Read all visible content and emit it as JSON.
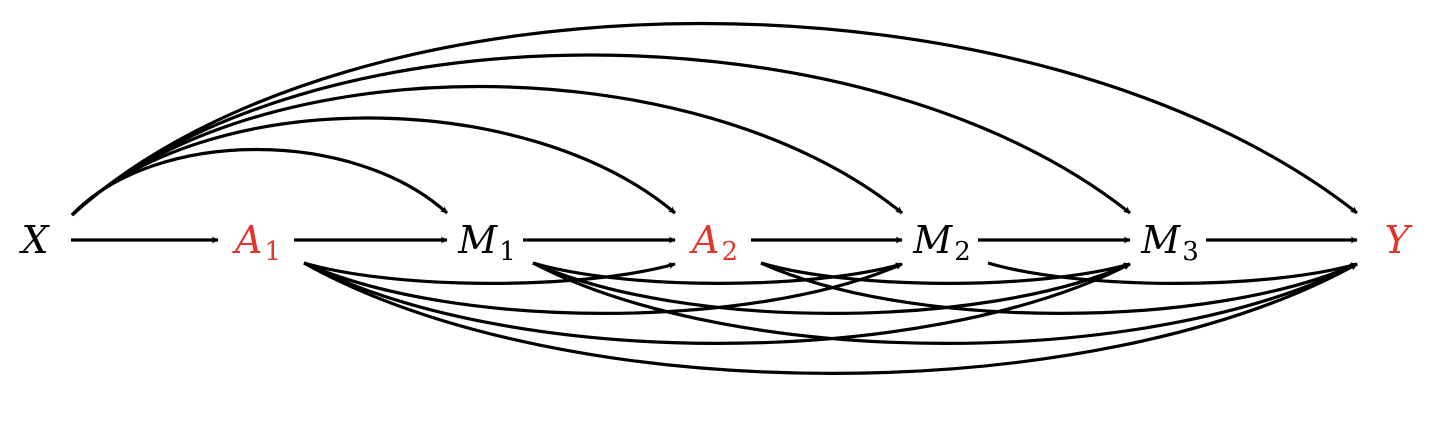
{
  "colors": {
    "edge": "#000000",
    "default_node": "#000000",
    "highlight_node": "#e0362c"
  },
  "nodes": [
    {
      "id": "X",
      "label": "X",
      "sub": "",
      "highlight": false
    },
    {
      "id": "A1",
      "label": "A",
      "sub": "1",
      "highlight": true
    },
    {
      "id": "M1",
      "label": "M",
      "sub": "1",
      "highlight": false
    },
    {
      "id": "A2",
      "label": "A",
      "sub": "2",
      "highlight": true
    },
    {
      "id": "M2",
      "label": "M",
      "sub": "2",
      "highlight": false
    },
    {
      "id": "M3",
      "label": "M",
      "sub": "3",
      "highlight": false
    },
    {
      "id": "Y",
      "label": "Y",
      "sub": "",
      "highlight": true
    }
  ],
  "edges": [
    [
      "X",
      "A1"
    ],
    [
      "X",
      "M1"
    ],
    [
      "X",
      "A2"
    ],
    [
      "X",
      "M2"
    ],
    [
      "X",
      "M3"
    ],
    [
      "X",
      "Y"
    ],
    [
      "A1",
      "M1"
    ],
    [
      "A1",
      "A2"
    ],
    [
      "A1",
      "M2"
    ],
    [
      "A1",
      "M3"
    ],
    [
      "A1",
      "Y"
    ],
    [
      "M1",
      "A2"
    ],
    [
      "M1",
      "M2"
    ],
    [
      "M1",
      "M3"
    ],
    [
      "M1",
      "Y"
    ],
    [
      "A2",
      "M2"
    ],
    [
      "A2",
      "M3"
    ],
    [
      "A2",
      "Y"
    ],
    [
      "M2",
      "M3"
    ],
    [
      "M2",
      "Y"
    ],
    [
      "M3",
      "Y"
    ]
  ]
}
